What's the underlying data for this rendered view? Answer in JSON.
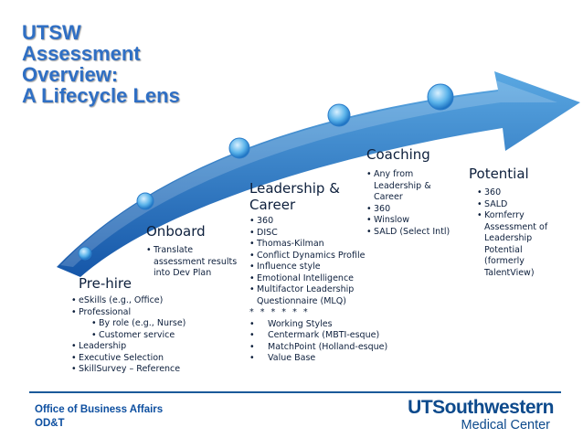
{
  "title_lines": [
    "UTSW",
    "Assessment",
    "Overview:",
    "A Lifecycle Lens"
  ],
  "colors": {
    "arrow_light": "#5aa8e2",
    "arrow_dark": "#1556a8",
    "title": "#2f6fc4",
    "text": "#0d1f3c",
    "footer": "#0d4fa0"
  },
  "stages": [
    {
      "label": "Pre-hire",
      "bullets": [
        "eSkills (e.g., Office)",
        "Professional",
        "By role (e.g., Nurse)",
        "Customer service",
        "Leadership",
        "Executive Selection",
        "SkillSurvey – Reference"
      ]
    },
    {
      "label": "Onboard",
      "bullets": [
        "Translate assessment results into Dev Plan"
      ]
    },
    {
      "label_lines": [
        "Leadership &",
        "Career"
      ],
      "bullets": [
        "360",
        "DISC",
        "Thomas-Kilman",
        "Conflict Dynamics Profile",
        "Influence style",
        "Emotional Intelligence",
        "Multifactor Leadership Questionnaire (MLQ)",
        "* * * * * *",
        "Working Styles",
        "Centermark (MBTI-esque)",
        "MatchPoint (Holland-esque)",
        "Value Base"
      ]
    },
    {
      "label": "Coaching",
      "bullets": [
        "Any from Leadership & Career",
        "360",
        "Winslow",
        "SALD (Select Intl)"
      ]
    },
    {
      "label": "Potential",
      "bullets": [
        "360",
        "SALD",
        "Kornferry Assessment of Leadership Potential (formerly TalentView)"
      ]
    }
  ],
  "footer": {
    "office_lines": [
      "Office of Business Affairs",
      "OD&T"
    ],
    "logo_main": "UTSouthwestern",
    "logo_sub": "Medical Center"
  }
}
